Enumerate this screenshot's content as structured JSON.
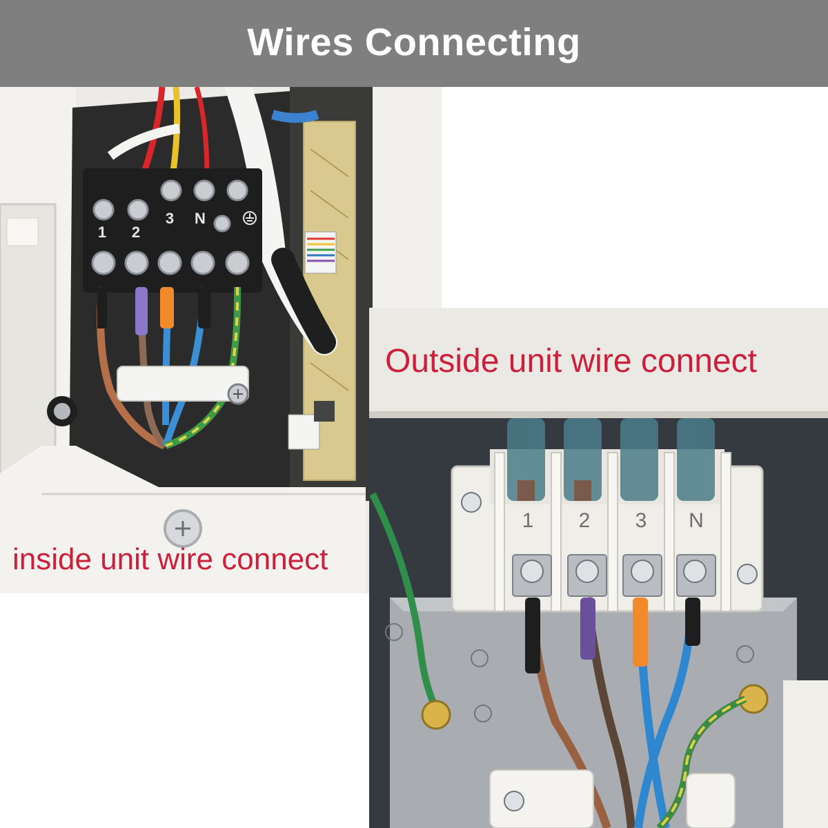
{
  "header": {
    "title": "Wires Connecting",
    "background": "#7f7f7f",
    "text_color": "#ffffff"
  },
  "inside_photo": {
    "caption": "inside unit wire connect",
    "terminal_labels": [
      "1",
      "2",
      "3",
      "N"
    ]
  },
  "outside_photo": {
    "caption": "Outside unit wire connect",
    "terminal_labels": [
      "1",
      "2",
      "3",
      "N"
    ]
  },
  "caption_color": "#cc1f3b",
  "icons": {
    "ground": "ground-symbol-icon",
    "screw": "screw-icon"
  }
}
